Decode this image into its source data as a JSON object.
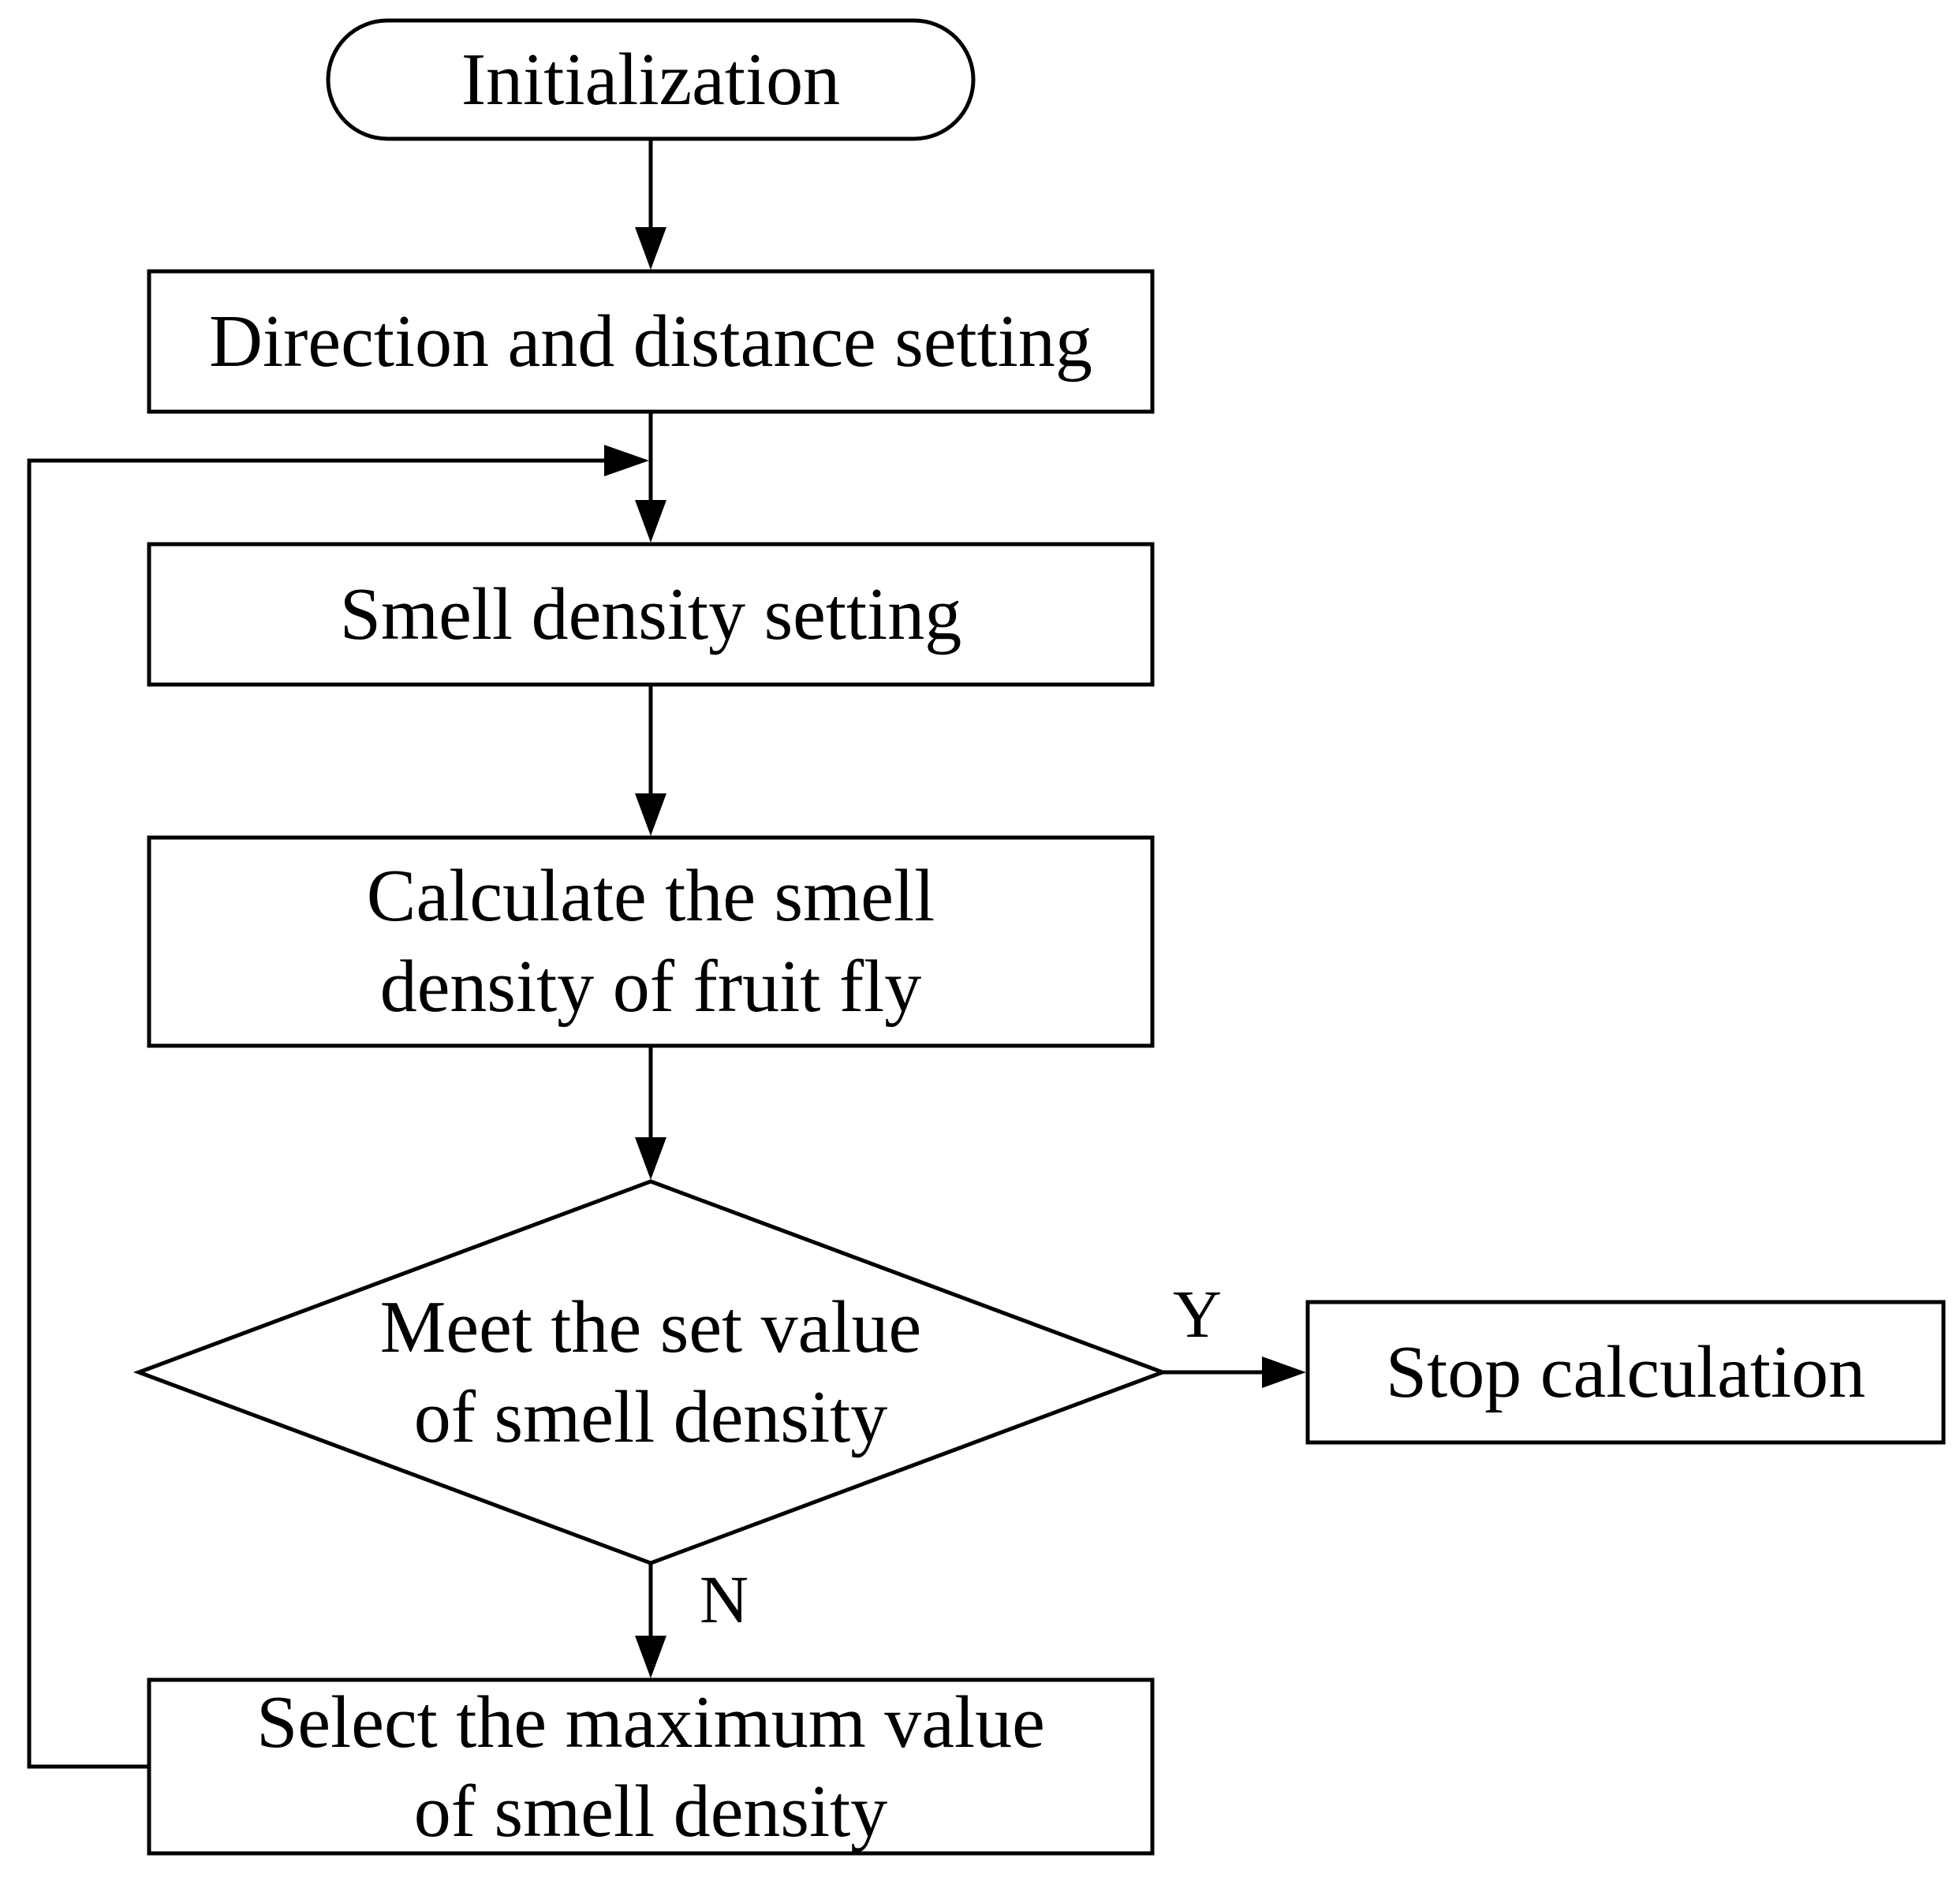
{
  "diagram": {
    "nodes": {
      "start": {
        "text": "Initialization"
      },
      "direction": {
        "text": "Direction and distance setting"
      },
      "smell_setting": {
        "text": "Smell density setting"
      },
      "calculate": {
        "line1": "Calculate the smell",
        "line2": "density of fruit fly"
      },
      "decision": {
        "line1": "Meet the set value",
        "line2": "of smell density"
      },
      "stop": {
        "text": "Stop calculation"
      },
      "select_max": {
        "line1": "Select the maximum value",
        "line2": "of smell density"
      }
    },
    "edge_labels": {
      "yes": "Y",
      "no": "N"
    }
  }
}
